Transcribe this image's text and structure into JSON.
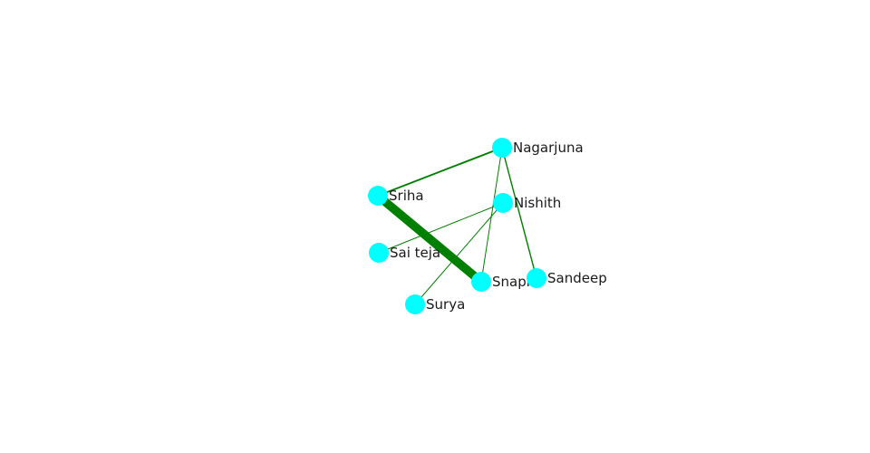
{
  "graph": {
    "node_color": "#00ffff",
    "edge_color": "#008000",
    "nodes": [
      {
        "id": "nagarjuna",
        "label": "Nagarjuna"
      },
      {
        "id": "sriha",
        "label": "Sriha"
      },
      {
        "id": "nishith",
        "label": "Nishith"
      },
      {
        "id": "saiteja",
        "label": "Sai teja"
      },
      {
        "id": "snaphi",
        "label": "Snaphi"
      },
      {
        "id": "sandeep",
        "label": "Sandeep"
      },
      {
        "id": "surya",
        "label": "Surya"
      }
    ],
    "edges": [
      {
        "source": "sriha",
        "target": "nagarjuna",
        "weight": 2
      },
      {
        "source": "sriha",
        "target": "snaphi",
        "weight": 10
      },
      {
        "source": "nagarjuna",
        "target": "snaphi",
        "weight": 1
      },
      {
        "source": "nagarjuna",
        "target": "sandeep",
        "weight": 1.5
      },
      {
        "source": "nishith",
        "target": "saiteja",
        "weight": 1
      },
      {
        "source": "nishith",
        "target": "surya",
        "weight": 1
      }
    ]
  }
}
